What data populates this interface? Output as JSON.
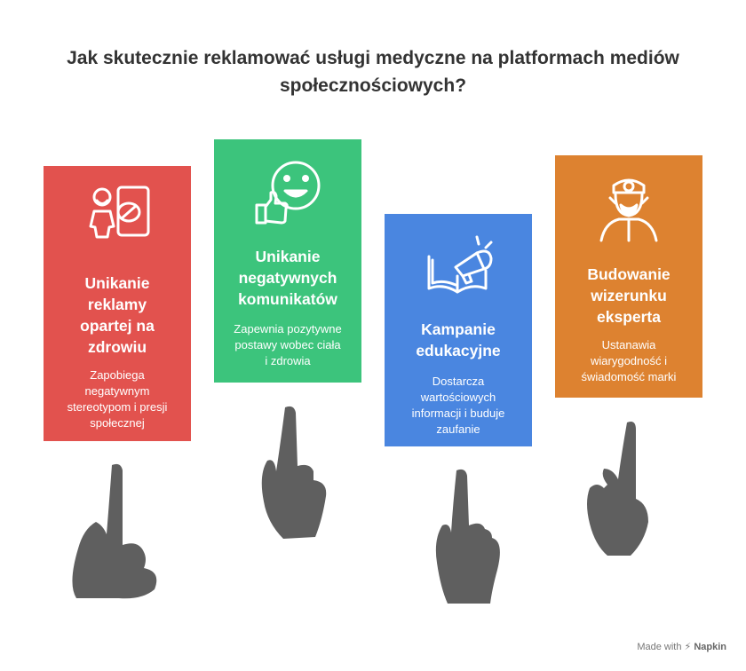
{
  "title_line1": "Jak skutecznie reklamować usługi medyczne na platformach mediów",
  "title_line2": "społecznościowych?",
  "cards": [
    {
      "heading": [
        "Unikanie",
        "reklamy",
        "opartej na",
        "zdrowiu"
      ],
      "desc": [
        "Zapobiega",
        "negatywnym",
        "stereotypom i presji",
        "społecznej"
      ],
      "color": "#e2524e",
      "icon": "body-image-icon"
    },
    {
      "heading": [
        "Unikanie",
        "negatywnych",
        "komunikatów"
      ],
      "desc": [
        "Zapewnia pozytywne",
        "postawy wobec ciała",
        "i zdrowia"
      ],
      "color": "#3cc47c",
      "icon": "smiley-thumbs-up-icon"
    },
    {
      "heading": [
        "Kampanie",
        "edukacyjne"
      ],
      "desc": [
        "Dostarcza",
        "wartościowych",
        "informacji i buduje",
        "zaufanie"
      ],
      "color": "#4a86e0",
      "icon": "book-megaphone-icon"
    },
    {
      "heading": [
        "Budowanie",
        "wizerunku",
        "eksperta"
      ],
      "desc": [
        "Ustanawia",
        "wiarygodność i",
        "świadomość marki"
      ],
      "color": "#dd8230",
      "icon": "doctor-icon"
    }
  ],
  "footer": {
    "made_with": "Made with",
    "brand": "Napkin"
  }
}
